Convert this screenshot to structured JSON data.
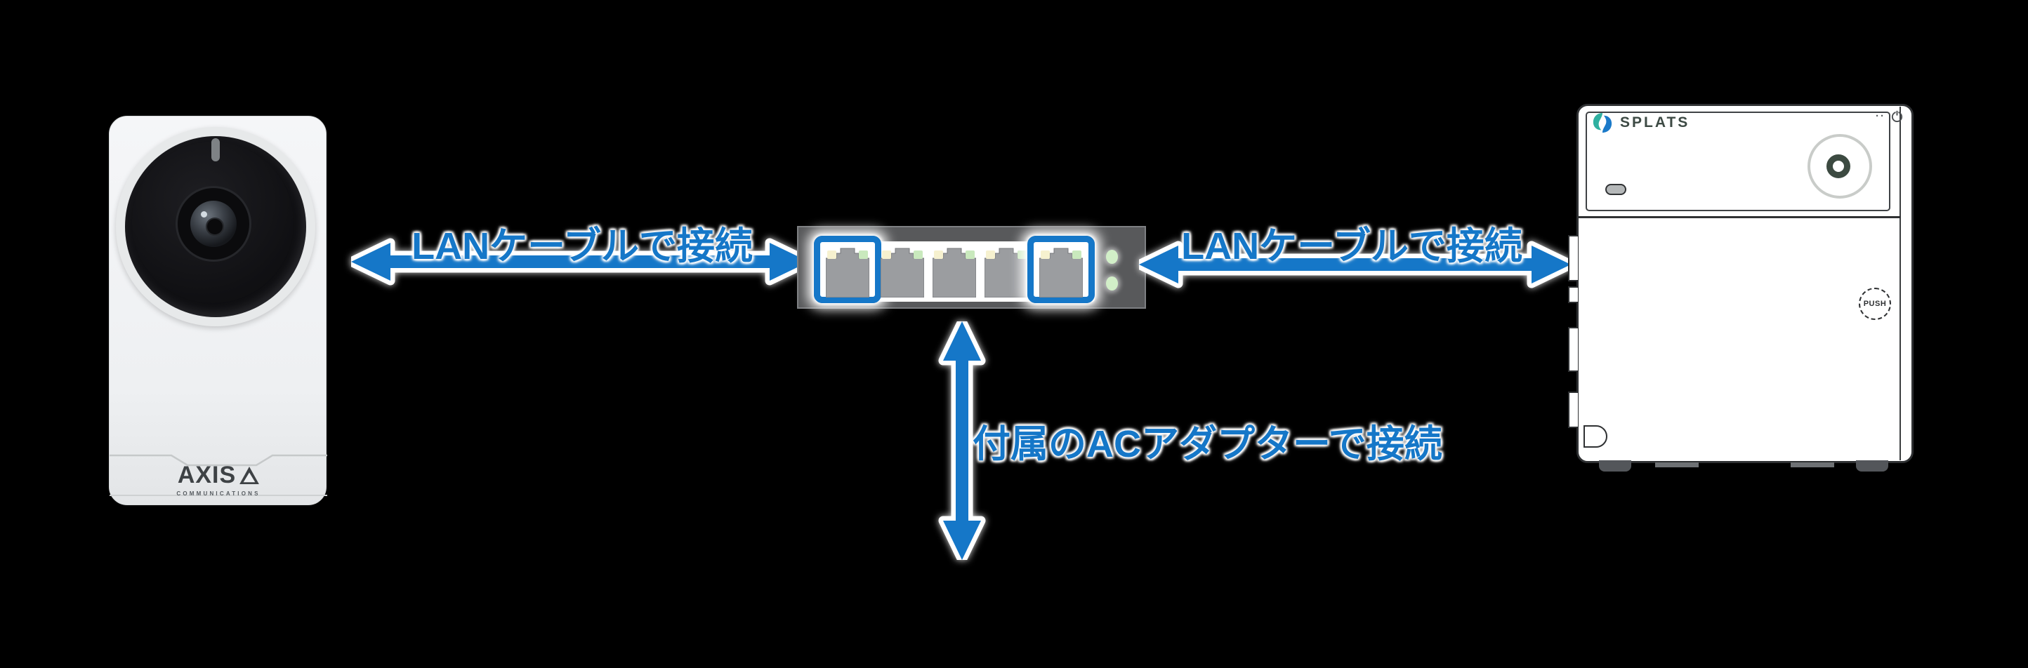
{
  "colors": {
    "accent_blue": "#1577c8",
    "hub_body": "#58595b",
    "port_gray": "#9b9da0",
    "port_led_yellow": "#f6f1cf",
    "port_led_green": "#c9e9bd",
    "status_led_green": "#d2efc8",
    "splats_teal": "#2fb0a0",
    "splats_blue": "#1b7ac9"
  },
  "labels": {
    "lan_left": "LANケーブルで接続",
    "lan_right": "LANケーブルで接続",
    "ac_adapter": "付属のACアダプターで接続"
  },
  "camera": {
    "brand": "AXIS",
    "brand_sub": "COMMUNICATIONS"
  },
  "hub": {
    "port_count": 5,
    "highlighted_ports": [
      1,
      5
    ]
  },
  "recorder": {
    "brand": "SPLATS",
    "push_label": "PUSH"
  }
}
